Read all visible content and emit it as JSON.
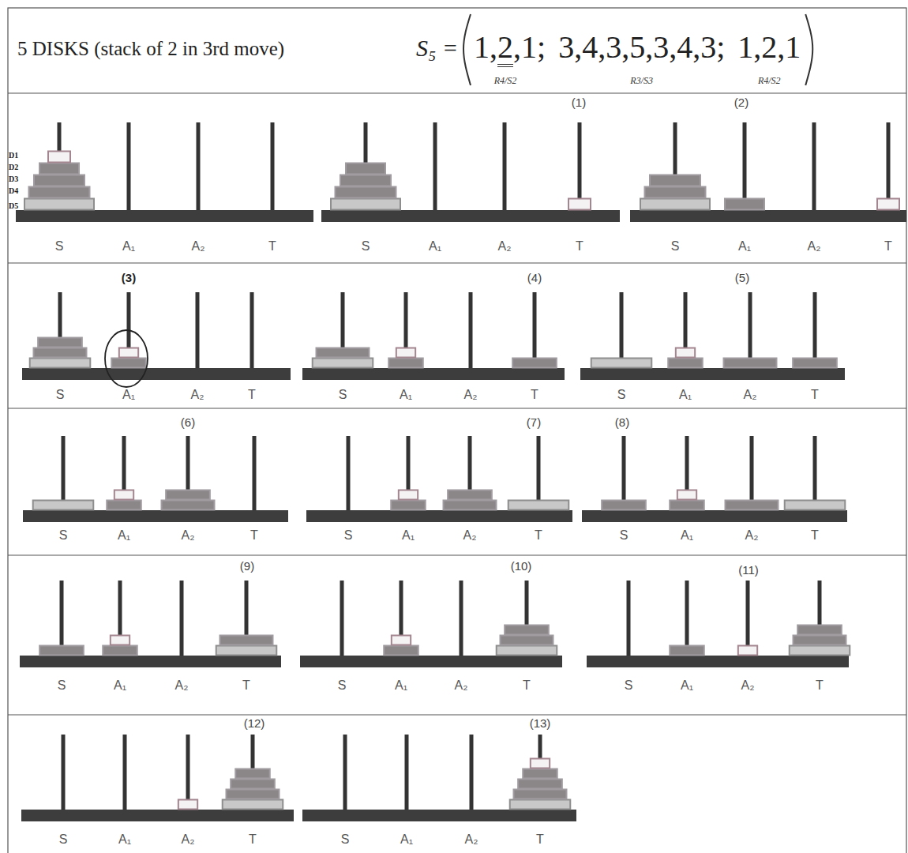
{
  "diagram": {
    "title": "5 DISKS (stack of 2 in 3rd move)",
    "labels": [
      "S₅ =",
      "1,",
      "2",
      ",1;",
      "3,4,3,5,3,4,3;",
      "1,2,1",
      "R4/S2",
      "R3/S3",
      "R4/S2",
      "D1",
      "D2",
      "D3",
      "D4",
      "D5",
      "S",
      "A₁",
      "A₂",
      "T",
      "(1)",
      "S",
      "A₁",
      "A₂",
      "T",
      "(2)",
      "S",
      "A₁",
      "A₂",
      "T",
      "(3)",
      "S",
      "A₁",
      "A₂",
      "T",
      "(4)",
      "S",
      "A₁",
      "A₂",
      "T",
      "(5)",
      "S",
      "A₁",
      "A₂",
      "T",
      "(6)",
      "S",
      "A₁",
      "A₂",
      "T",
      "(7)",
      "S",
      "A₁",
      "A₂",
      "T",
      "(8)",
      "S",
      "A₁",
      "A₂",
      "T",
      "(9)",
      "S",
      "A₁",
      "A₂",
      "T",
      "(10)",
      "S",
      "A₁",
      "A₂",
      "T",
      "(11)",
      "S",
      "A₁",
      "A₂",
      "T",
      "(12)",
      "S",
      "A₁",
      "A₂",
      "T",
      "(13)",
      "S",
      "A₁",
      "A₂",
      "T"
    ]
  }
}
